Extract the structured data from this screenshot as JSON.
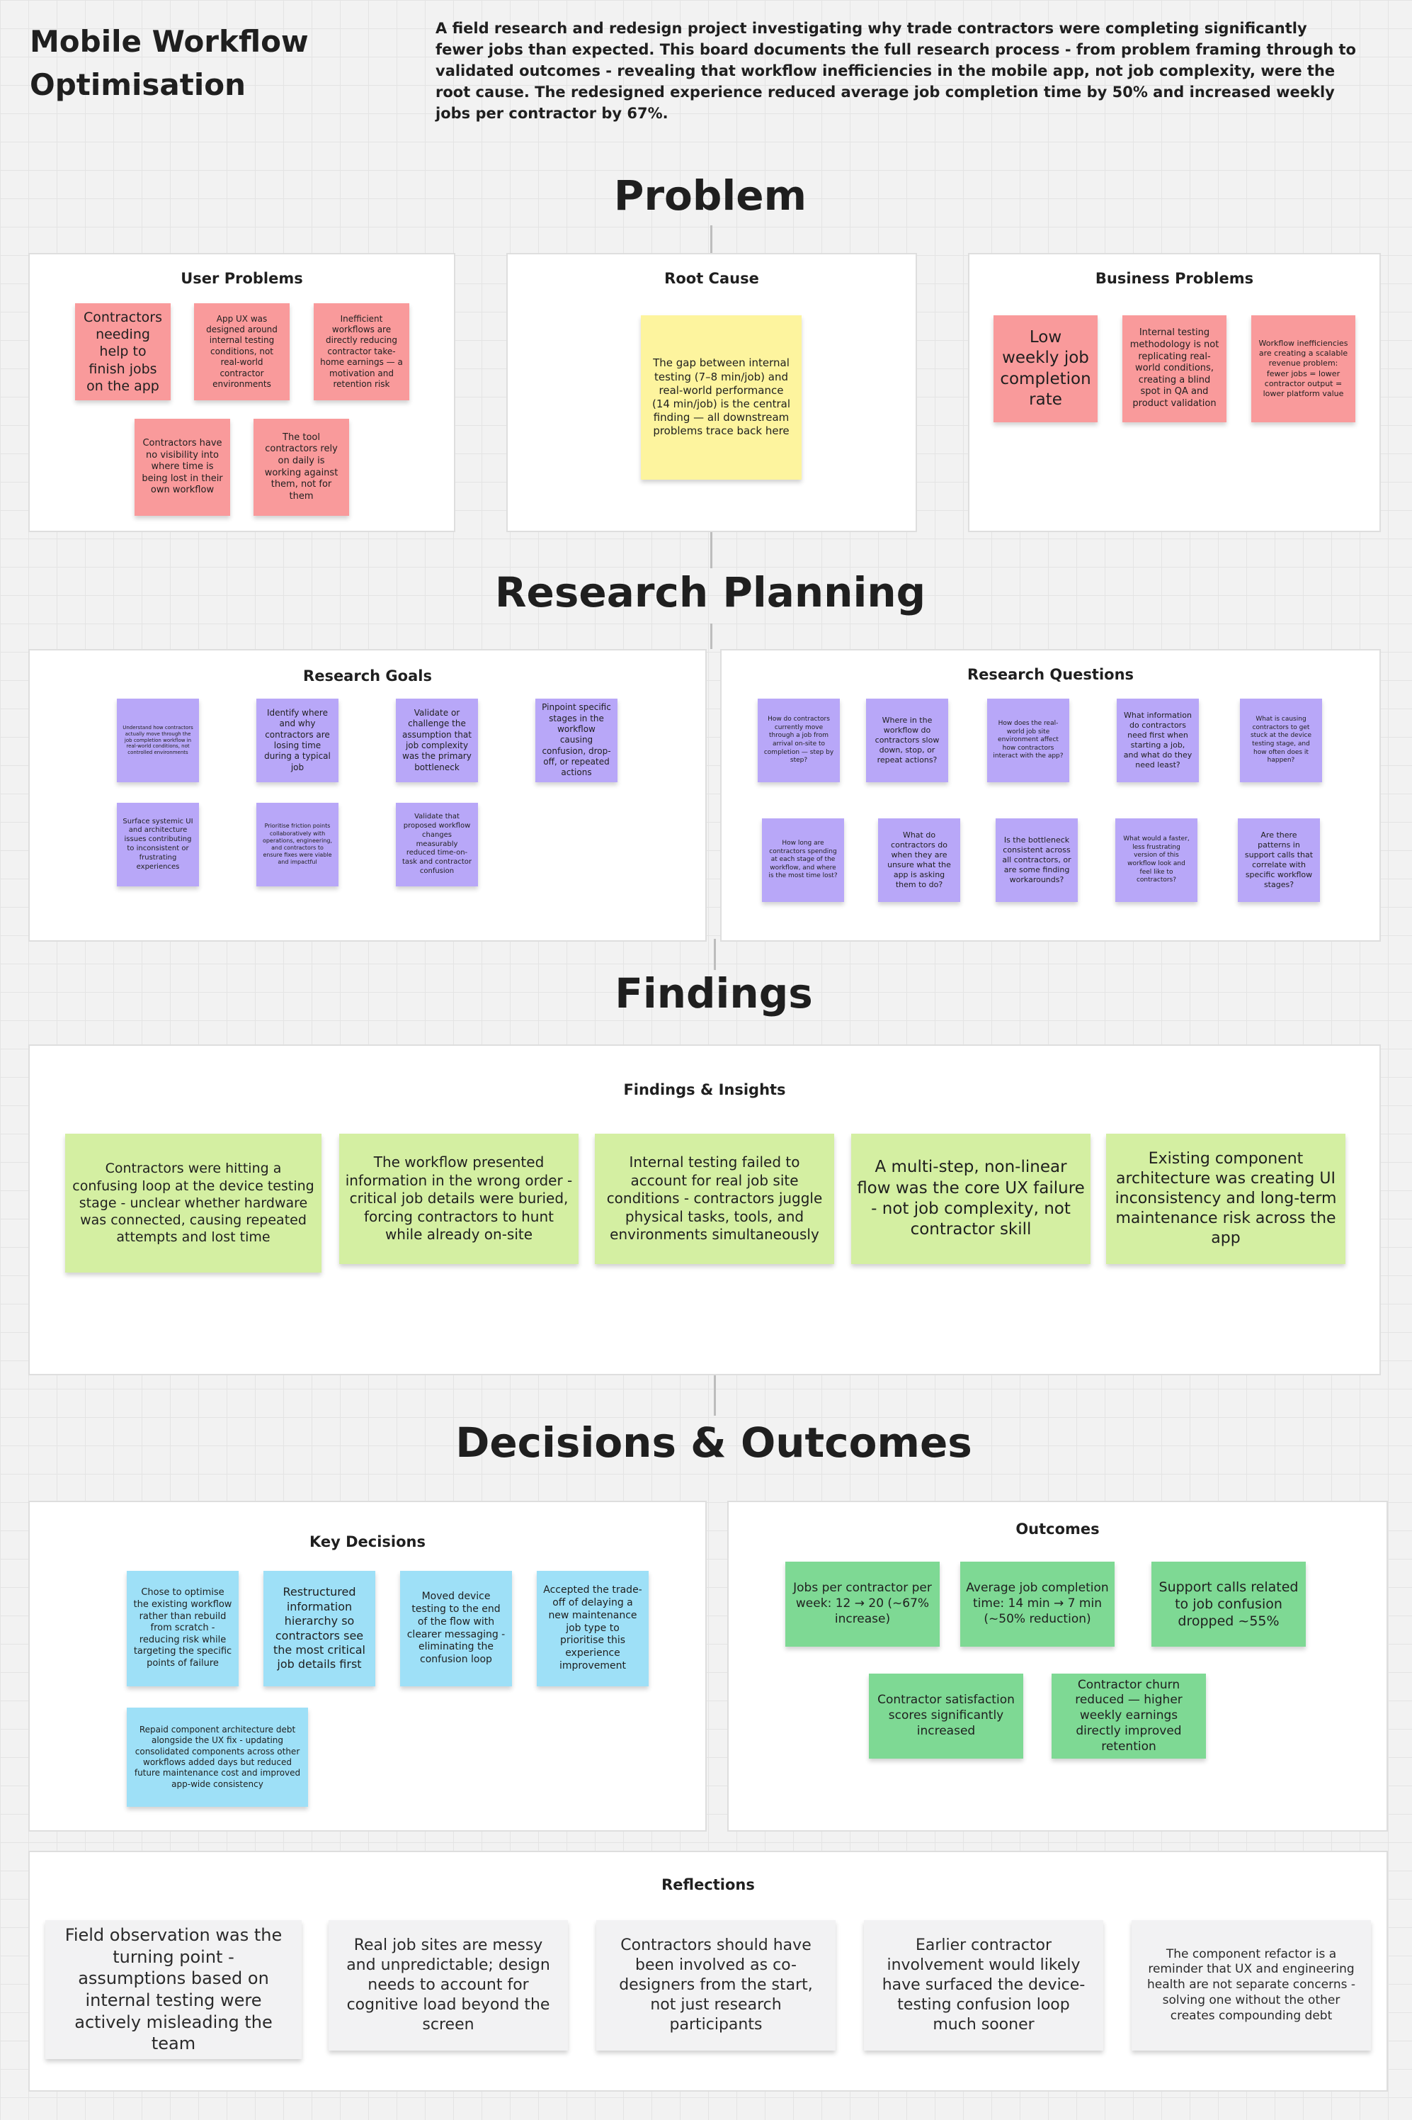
{
  "header": {
    "title": "Mobile Workflow Optimisation",
    "description": "A field research and redesign project investigating why trade contractors were completing significantly fewer jobs than expected. This board documents the full research process - from problem framing through to validated outcomes - revealing that workflow inefficiencies in the mobile app, not job complexity, were the root cause. The redesigned experience reduced average job completion time by 50% and increased weekly jobs per contractor by 67%."
  },
  "colors": {
    "pink": "#f99a9b",
    "yellow": "#fdf49e",
    "purple": "#b8a7f8",
    "light_green": "#d4efa2",
    "blue": "#9ee0f7",
    "green": "#7ed994",
    "grey": "#f2f2f3"
  },
  "sections": {
    "problem": "Problem",
    "research_planning": "Research Planning",
    "findings": "Findings",
    "decisions": "Decisions & Outcomes"
  },
  "frames": {
    "user_problems": {
      "title": "User Problems",
      "notes": [
        "Contractors needing help to finish jobs on the app",
        "App UX was designed around internal testing conditions, not real-world contractor environments",
        "Inefficient workflows are directly reducing contractor take-home earnings — a motivation and retention risk",
        "Contractors have no visibility into where time is being lost in their own workflow",
        "The tool contractors rely on daily is working against them, not for them"
      ]
    },
    "root_cause": {
      "title": "Root Cause",
      "notes": [
        "The gap between internal testing (7–8 min/job) and real-world performance (14 min/job) is the central finding — all downstream problems trace back here"
      ]
    },
    "business_problems": {
      "title": "Business Problems",
      "notes": [
        "Low weekly job completion rate",
        "Internal testing methodology is not replicating real-world conditions, creating a blind spot in QA and product validation",
        "Workflow inefficiencies are creating a scalable revenue problem: fewer jobs = lower contractor output = lower platform value"
      ]
    },
    "research_goals": {
      "title": "Research Goals",
      "notes": [
        "Understand how contractors actually move through the job completion workflow in real-world conditions, not controlled environments",
        "Identify where and why contractors are losing time during a typical job",
        "Validate or challenge the assumption that job complexity was the primary bottleneck",
        "Pinpoint specific stages in the workflow causing confusion, drop-off, or repeated actions",
        "Surface systemic UI and architecture issues contributing to inconsistent or frustrating experiences",
        "Prioritise friction points collaboratively with operations, engineering, and contractors to ensure fixes were viable and impactful",
        "Validate that proposed workflow changes measurably reduced time-on-task and contractor confusion"
      ]
    },
    "research_questions": {
      "title": "Research Questions",
      "notes": [
        "How do contractors currently move through a job from arrival on-site to completion — step by step?",
        "Where in the workflow do contractors slow down, stop, or repeat actions?",
        "How does the real-world job site environment affect how contractors interact with the app?",
        "What information do contractors need first when starting a job, and what do they need least?",
        "What is causing contractors to get stuck at the device testing stage, and how often does it happen?",
        "How long are contractors spending at each stage of the workflow, and where is the most time lost?",
        "What do contractors do when they are unsure what the app is asking them to do?",
        "Is the bottleneck consistent across all contractors, or are some finding workarounds?",
        "What would a faster, less frustrating version of this workflow look and feel like to contractors?",
        "Are there patterns in support calls that correlate with specific workflow stages?"
      ]
    },
    "findings": {
      "title": "Findings & Insights",
      "notes": [
        "Contractors were hitting a confusing loop at the device testing stage -  unclear whether hardware was connected, causing repeated attempts and lost time",
        "The workflow presented information in the wrong order - critical job details were buried, forcing contractors to hunt while already on-site",
        "Internal testing failed to account for real job site conditions - contractors juggle physical tasks, tools, and environments simultaneously",
        "A multi-step, non-linear flow was the core UX failure - not job complexity, not contractor skill",
        "Existing component architecture was creating UI inconsistency and long-term maintenance risk across the app"
      ]
    },
    "key_decisions": {
      "title": "Key Decisions",
      "notes": [
        "Chose to optimise the existing workflow rather than rebuild from scratch - reducing risk while targeting the specific points of failure",
        "Restructured information hierarchy so contractors see the most critical job details first",
        "Moved device testing to the end of the flow with clearer messaging - eliminating the confusion loop",
        "Accepted the trade-off of delaying a new maintenance job type to prioritise this experience improvement",
        "Repaid component architecture debt alongside the UX fix - updating consolidated components across other workflows added days but reduced future maintenance cost and improved app-wide consistency"
      ]
    },
    "outcomes": {
      "title": "Outcomes",
      "notes": [
        "Jobs per contractor per week: 12 → 20 (~67% increase)",
        "Average job completion time: 14 min → 7 min (~50% reduction)",
        "Support calls related to job confusion dropped ~55%",
        "Contractor satisfaction scores significantly increased",
        "Contractor churn reduced — higher weekly earnings directly improved retention"
      ]
    },
    "reflections": {
      "title": "Reflections",
      "notes": [
        "Field observation was the turning point - assumptions based on internal testing were actively misleading the team",
        "Real job sites are messy and unpredictable; design needs to account for cognitive load beyond the screen",
        "Contractors should have been involved as co-designers from the start, not just research participants",
        "Earlier contractor involvement would likely have surfaced the device-testing confusion loop much sooner",
        "The component refactor is a reminder that UX and engineering health are not separate concerns - solving one without the other creates compounding debt"
      ]
    }
  }
}
